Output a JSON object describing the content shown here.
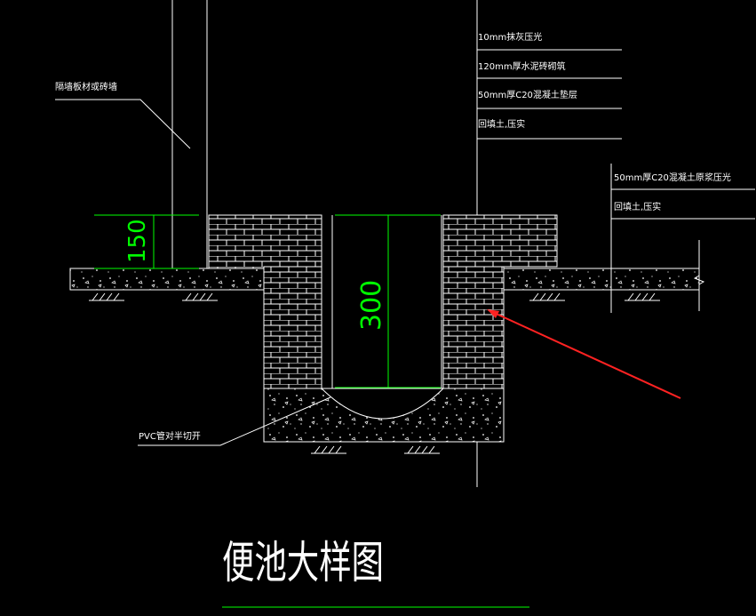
{
  "notes": {
    "floor_layers": [
      "10mm抹灰压光",
      "120mm厚水泥砖砌筑",
      "50mm厚C20混凝土垫层",
      "回填土,压实"
    ],
    "ground_layers": [
      "50mm厚C20混凝土原浆压光",
      "回填土,压实"
    ],
    "partition": "隔墙板材或砖墙",
    "pvc": "PVC管对半切开"
  },
  "dimensions": {
    "curb_height": "150",
    "pit_depth": "300"
  },
  "title": "便池大样图",
  "colors": {
    "background": "#000000",
    "line": "#ffffff",
    "dimension": "#00ff00",
    "arrow": "#ff2222"
  }
}
